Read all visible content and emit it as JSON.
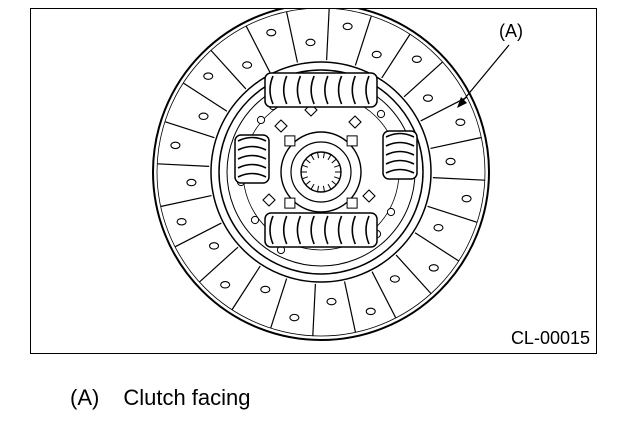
{
  "callout": {
    "label": "(A)"
  },
  "figure": {
    "code": "CL-00015"
  },
  "legend": {
    "key": "(A)",
    "text": "Clutch facing"
  },
  "colors": {
    "line": "#000000",
    "background": "#ffffff"
  }
}
